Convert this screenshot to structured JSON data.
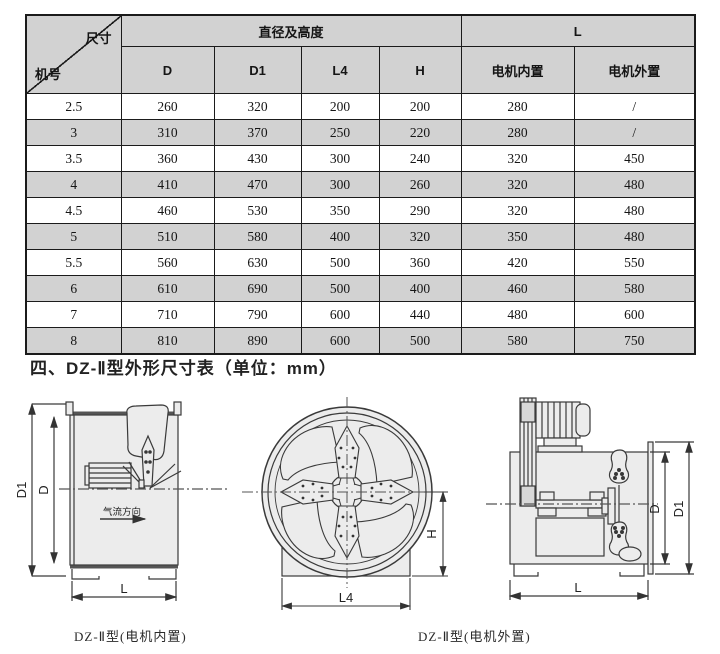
{
  "table": {
    "corner": {
      "top_label": "尺寸",
      "bottom_label": "机号"
    },
    "group_header_1": "直径及高度",
    "group_header_2": "L",
    "sub_headers": [
      "D",
      "D1",
      "L4",
      "H",
      "电机内置",
      "电机外置"
    ],
    "rows": [
      [
        "2.5",
        "260",
        "320",
        "200",
        "200",
        "280",
        "/"
      ],
      [
        "3",
        "310",
        "370",
        "250",
        "220",
        "280",
        "/"
      ],
      [
        "3.5",
        "360",
        "430",
        "300",
        "240",
        "320",
        "450"
      ],
      [
        "4",
        "410",
        "470",
        "300",
        "260",
        "320",
        "480"
      ],
      [
        "4.5",
        "460",
        "530",
        "350",
        "290",
        "320",
        "480"
      ],
      [
        "5",
        "510",
        "580",
        "400",
        "320",
        "350",
        "480"
      ],
      [
        "5.5",
        "560",
        "630",
        "500",
        "360",
        "420",
        "550"
      ],
      [
        "6",
        "610",
        "690",
        "500",
        "400",
        "460",
        "580"
      ],
      [
        "7",
        "710",
        "790",
        "600",
        "440",
        "480",
        "600"
      ],
      [
        "8",
        "810",
        "890",
        "600",
        "500",
        "580",
        "750"
      ]
    ]
  },
  "section_title": "四、DZ-Ⅱ型外形尺寸表（单位：mm）",
  "drawings": {
    "inner_motor": {
      "caption": "DZ-Ⅱ型(电机内置)",
      "dim_d1": "D1",
      "dim_d": "D",
      "dim_l": "L",
      "airflow_label": "气流方向"
    },
    "front_view": {
      "dim_l4": "L4",
      "dim_h": "H"
    },
    "outer_motor": {
      "caption": "DZ-Ⅱ型(电机外置)",
      "dim_d": "D",
      "dim_d1": "D1",
      "dim_l": "L"
    }
  },
  "colors": {
    "row_shade": "#d2d2d2",
    "header_shade": "#d2d2d2",
    "drawing_fill": "#ececec",
    "line": "#333333"
  }
}
